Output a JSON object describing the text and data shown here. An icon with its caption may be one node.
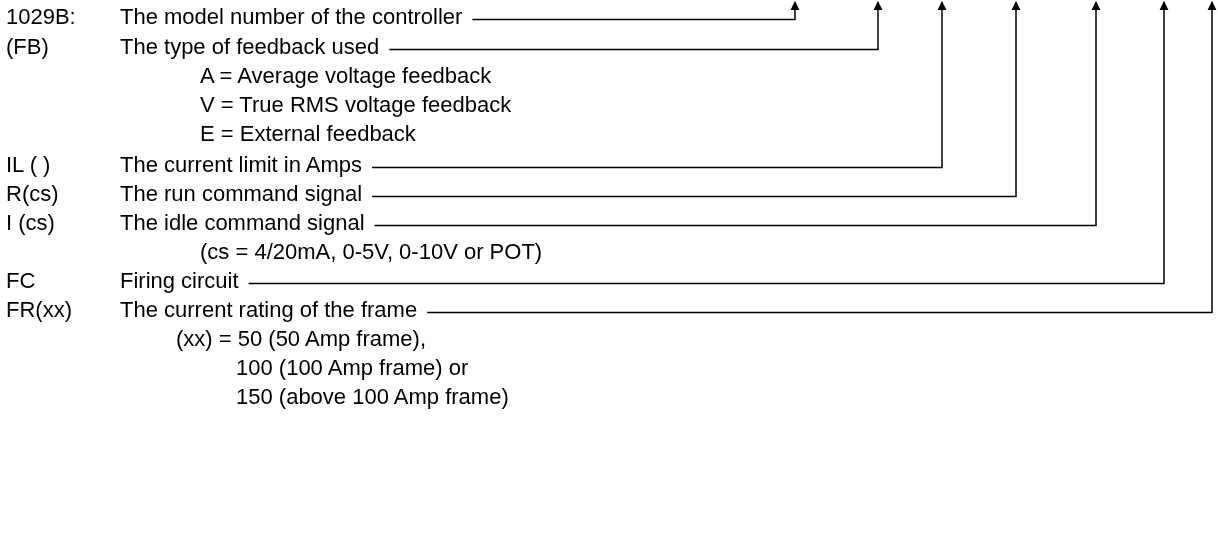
{
  "diagram": {
    "nodes": [
      {
        "text": [
          "1029B:",
          "The model number of the controller"
        ]
      },
      {
        "text": [
          "(FB)",
          "The type of feedback used"
        ],
        "beside": [
          "A = Average voltage feedback",
          "V = True RMS voltage feedback",
          "E = External feedback"
        ]
      },
      {
        "text": [
          "IL ( )",
          "The current limit in Amps"
        ]
      },
      {
        "text": [
          "R(cs)",
          "The run command signal"
        ]
      },
      {
        "text": [
          "I (cs)",
          "The idle command signal"
        ],
        "beside": [
          "(cs = 4/20mA, 0-5V, 0-10V or POT)"
        ]
      },
      {
        "text": [
          "FC",
          "Firing circuit"
        ]
      },
      {
        "text": [
          "FR(xx)",
          "The current rating of the frame"
        ],
        "beside": [
          "(xx) =  50 (50 Amp frame),",
          "100 (100 Amp frame) or",
          "150 (above 100 Amp frame)"
        ]
      }
    ],
    "edges": [
      {
        "from": 0,
        "to": null,
        "arrow": "to"
      },
      {
        "from": 1,
        "to": null,
        "arrow": "to"
      },
      {
        "from": 2,
        "to": null,
        "arrow": "to"
      },
      {
        "from": 3,
        "to": null,
        "arrow": "to"
      },
      {
        "from": 4,
        "to": null,
        "arrow": "to"
      },
      {
        "from": 5,
        "to": null,
        "arrow": "to"
      },
      {
        "from": 6,
        "to": null,
        "arrow": "to"
      }
    ]
  }
}
